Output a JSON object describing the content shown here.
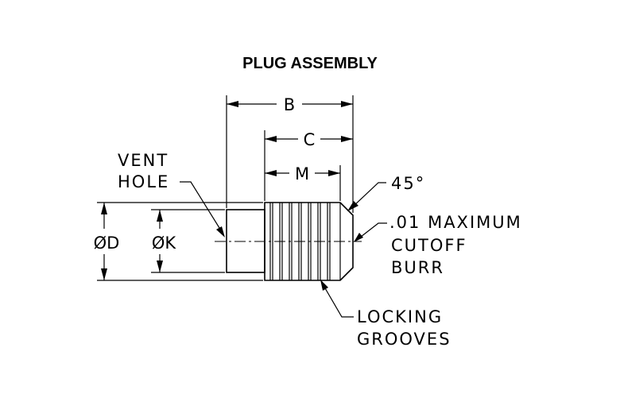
{
  "title": "PLUG ASSEMBLY",
  "dimensions": {
    "b": "B",
    "c": "C",
    "m": "M",
    "d": "ØD",
    "k": "ØK"
  },
  "callouts": {
    "vent_hole": [
      "VENT",
      "HOLE"
    ],
    "chamfer": "45°",
    "cutoff_burr": [
      ".01 MAXIMUM",
      "CUTOFF",
      "BURR"
    ],
    "locking_grooves": [
      "LOCKING",
      "GROOVES"
    ]
  }
}
